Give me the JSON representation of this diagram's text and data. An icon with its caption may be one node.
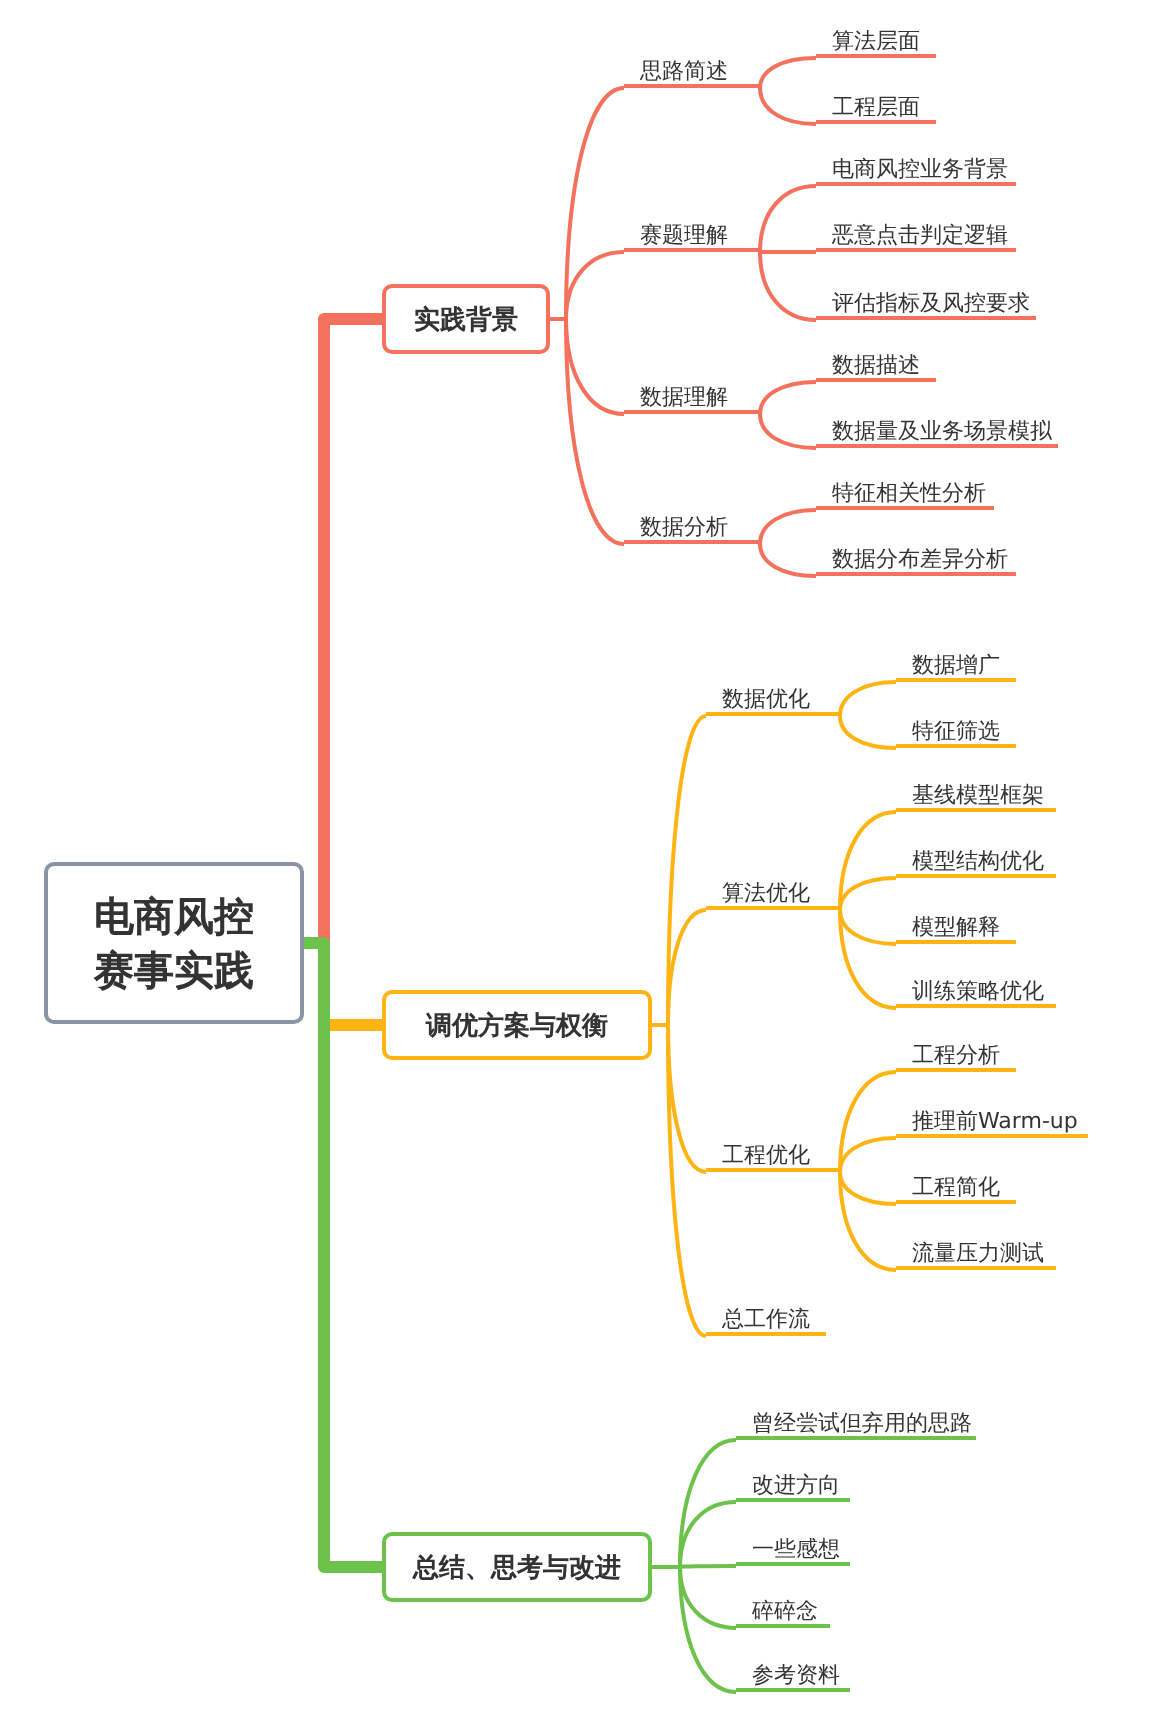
{
  "diagram": {
    "nodes": [
      {
        "text": [
          "电商风控赛事实践"
        ]
      },
      {
        "text": [
          "实践背景"
        ]
      },
      {
        "text": [
          "思路简述"
        ]
      },
      {
        "text": [
          "算法层面"
        ]
      },
      {
        "text": [
          "工程层面"
        ]
      },
      {
        "text": [
          "赛题理解"
        ]
      },
      {
        "text": [
          "电商风控业务背景"
        ]
      },
      {
        "text": [
          "恶意点击判定逻辑"
        ]
      },
      {
        "text": [
          "评估指标及风控要求"
        ]
      },
      {
        "text": [
          "数据理解"
        ]
      },
      {
        "text": [
          "数据描述"
        ]
      },
      {
        "text": [
          "数据量及业务场景模拟"
        ]
      },
      {
        "text": [
          "数据分析"
        ]
      },
      {
        "text": [
          "特征相关性分析"
        ]
      },
      {
        "text": [
          "数据分布差异分析"
        ]
      },
      {
        "text": [
          "调优方案与权衡"
        ]
      },
      {
        "text": [
          "数据优化"
        ]
      },
      {
        "text": [
          "数据增广"
        ]
      },
      {
        "text": [
          "特征筛选"
        ]
      },
      {
        "text": [
          "算法优化"
        ]
      },
      {
        "text": [
          "基线模型框架"
        ]
      },
      {
        "text": [
          "模型结构优化"
        ]
      },
      {
        "text": [
          "模型解释"
        ]
      },
      {
        "text": [
          "训练策略优化"
        ]
      },
      {
        "text": [
          "工程优化"
        ]
      },
      {
        "text": [
          "工程分析"
        ]
      },
      {
        "text": [
          "推理前Warm-up"
        ]
      },
      {
        "text": [
          "工程简化"
        ]
      },
      {
        "text": [
          "流量压力测试"
        ]
      },
      {
        "text": [
          "总工作流"
        ]
      },
      {
        "text": [
          "总结、思考与改进"
        ]
      },
      {
        "text": [
          "曾经尝试但弃用的思路"
        ]
      },
      {
        "text": [
          "改进方向"
        ]
      },
      {
        "text": [
          "一些感想"
        ]
      },
      {
        "text": [
          "碎碎念"
        ]
      },
      {
        "text": [
          "参考资料"
        ]
      }
    ],
    "edges": [
      {
        "from": 0,
        "to": 15,
        "arrow": "none",
        "style": "thick",
        "color": "#ffb414"
      },
      {
        "from": 0,
        "to": 1,
        "arrow": "none",
        "style": "thick",
        "color": "#f4715e"
      },
      {
        "from": 0,
        "to": 30,
        "arrow": "none",
        "style": "thick",
        "color": "#6cc24a"
      },
      {
        "from": 1,
        "to": 2,
        "arrow": "none",
        "color": "#f4715e"
      },
      {
        "from": 2,
        "to": 3,
        "arrow": "none",
        "color": "#f4715e"
      },
      {
        "from": 2,
        "to": 4,
        "arrow": "none",
        "color": "#f4715e"
      },
      {
        "from": 1,
        "to": 5,
        "arrow": "none",
        "color": "#f4715e"
      },
      {
        "from": 5,
        "to": 6,
        "arrow": "none",
        "color": "#f4715e"
      },
      {
        "from": 5,
        "to": 7,
        "arrow": "none",
        "color": "#f4715e"
      },
      {
        "from": 5,
        "to": 8,
        "arrow": "none",
        "color": "#f4715e"
      },
      {
        "from": 1,
        "to": 9,
        "arrow": "none",
        "color": "#f4715e"
      },
      {
        "from": 9,
        "to": 10,
        "arrow": "none",
        "color": "#f4715e"
      },
      {
        "from": 9,
        "to": 11,
        "arrow": "none",
        "color": "#f4715e"
      },
      {
        "from": 1,
        "to": 12,
        "arrow": "none",
        "color": "#f4715e"
      },
      {
        "from": 12,
        "to": 13,
        "arrow": "none",
        "color": "#f4715e"
      },
      {
        "from": 12,
        "to": 14,
        "arrow": "none",
        "color": "#f4715e"
      },
      {
        "from": 15,
        "to": 16,
        "arrow": "none",
        "color": "#ffb414"
      },
      {
        "from": 16,
        "to": 17,
        "arrow": "none",
        "color": "#ffb414"
      },
      {
        "from": 16,
        "to": 18,
        "arrow": "none",
        "color": "#ffb414"
      },
      {
        "from": 15,
        "to": 19,
        "arrow": "none",
        "color": "#ffb414"
      },
      {
        "from": 19,
        "to": 20,
        "arrow": "none",
        "color": "#ffb414"
      },
      {
        "from": 19,
        "to": 21,
        "arrow": "none",
        "color": "#ffb414"
      },
      {
        "from": 19,
        "to": 22,
        "arrow": "none",
        "color": "#ffb414"
      },
      {
        "from": 19,
        "to": 23,
        "arrow": "none",
        "color": "#ffb414"
      },
      {
        "from": 15,
        "to": 24,
        "arrow": "none",
        "color": "#ffb414"
      },
      {
        "from": 24,
        "to": 25,
        "arrow": "none",
        "color": "#ffb414"
      },
      {
        "from": 24,
        "to": 26,
        "arrow": "none",
        "color": "#ffb414"
      },
      {
        "from": 24,
        "to": 27,
        "arrow": "none",
        "color": "#ffb414"
      },
      {
        "from": 24,
        "to": 28,
        "arrow": "none",
        "color": "#ffb414"
      },
      {
        "from": 15,
        "to": 29,
        "arrow": "none",
        "color": "#ffb414"
      },
      {
        "from": 30,
        "to": 31,
        "arrow": "none",
        "color": "#6cc24a"
      },
      {
        "from": 30,
        "to": 32,
        "arrow": "none",
        "color": "#6cc24a"
      },
      {
        "from": 30,
        "to": 33,
        "arrow": "none",
        "color": "#6cc24a"
      },
      {
        "from": 30,
        "to": 34,
        "arrow": "none",
        "color": "#6cc24a"
      },
      {
        "from": 30,
        "to": 35,
        "arrow": "none",
        "color": "#6cc24a"
      }
    ]
  }
}
